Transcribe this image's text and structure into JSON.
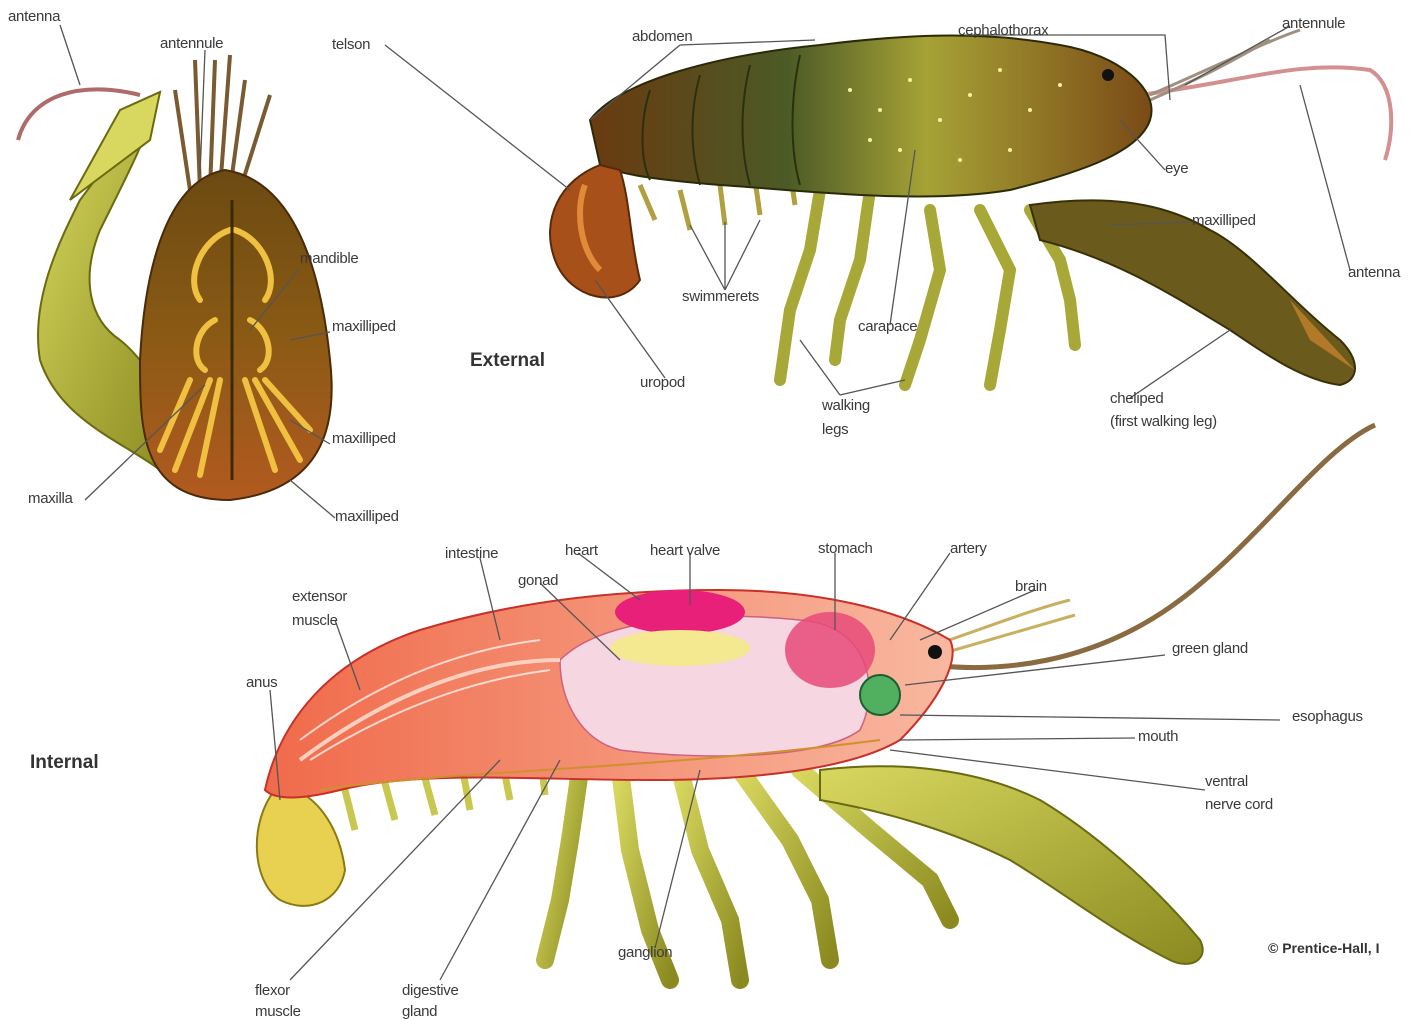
{
  "section_titles": {
    "external": "External",
    "internal": "Internal"
  },
  "credit": "© Prentice-Hall, I",
  "mouthparts_labels": {
    "antenna": "antenna",
    "antennule": "antennule",
    "mandible": "mandible",
    "maxilliped_1": "maxilliped",
    "maxilliped_2": "maxilliped",
    "maxilliped_3": "maxilliped",
    "maxilla": "maxilla"
  },
  "external_labels": {
    "telson": "telson",
    "abdomen": "abdomen",
    "cephalothorax": "cephalothorax",
    "antennule": "antennule",
    "eye": "eye",
    "maxilliped": "maxilliped",
    "antenna": "antenna",
    "swimmerets": "swimmerets",
    "carapace": "carapace",
    "uropod": "uropod",
    "walking_legs_1": "walking",
    "walking_legs_2": "legs",
    "cheliped_1": "cheliped",
    "cheliped_2": "(first walking leg)"
  },
  "internal_labels": {
    "intestine": "intestine",
    "heart": "heart",
    "heart_valve": "heart valve",
    "stomach": "stomach",
    "artery": "artery",
    "gonad": "gonad",
    "brain": "brain",
    "extensor_muscle_1": "extensor",
    "extensor_muscle_2": "muscle",
    "green_gland": "green gland",
    "anus": "anus",
    "esophagus": "esophagus",
    "mouth": "mouth",
    "ventral_nerve_cord_1": "ventral",
    "ventral_nerve_cord_2": "nerve cord",
    "ganglion": "ganglion",
    "flexor_muscle_1": "flexor",
    "flexor_muscle_2": "muscle",
    "digestive_gland_1": "digestive",
    "digestive_gland_2": "gland"
  },
  "colors": {
    "shell_green": "#9a9a2a",
    "shell_dark": "#3f4a1e",
    "leg_yellow": "#c8c84a",
    "muscle_red": "#ec5a4a",
    "organ_pink": "#f0a0b8",
    "heart_magenta": "#e02060",
    "tail_orange": "#b85a18",
    "leader_line": "#555555"
  }
}
